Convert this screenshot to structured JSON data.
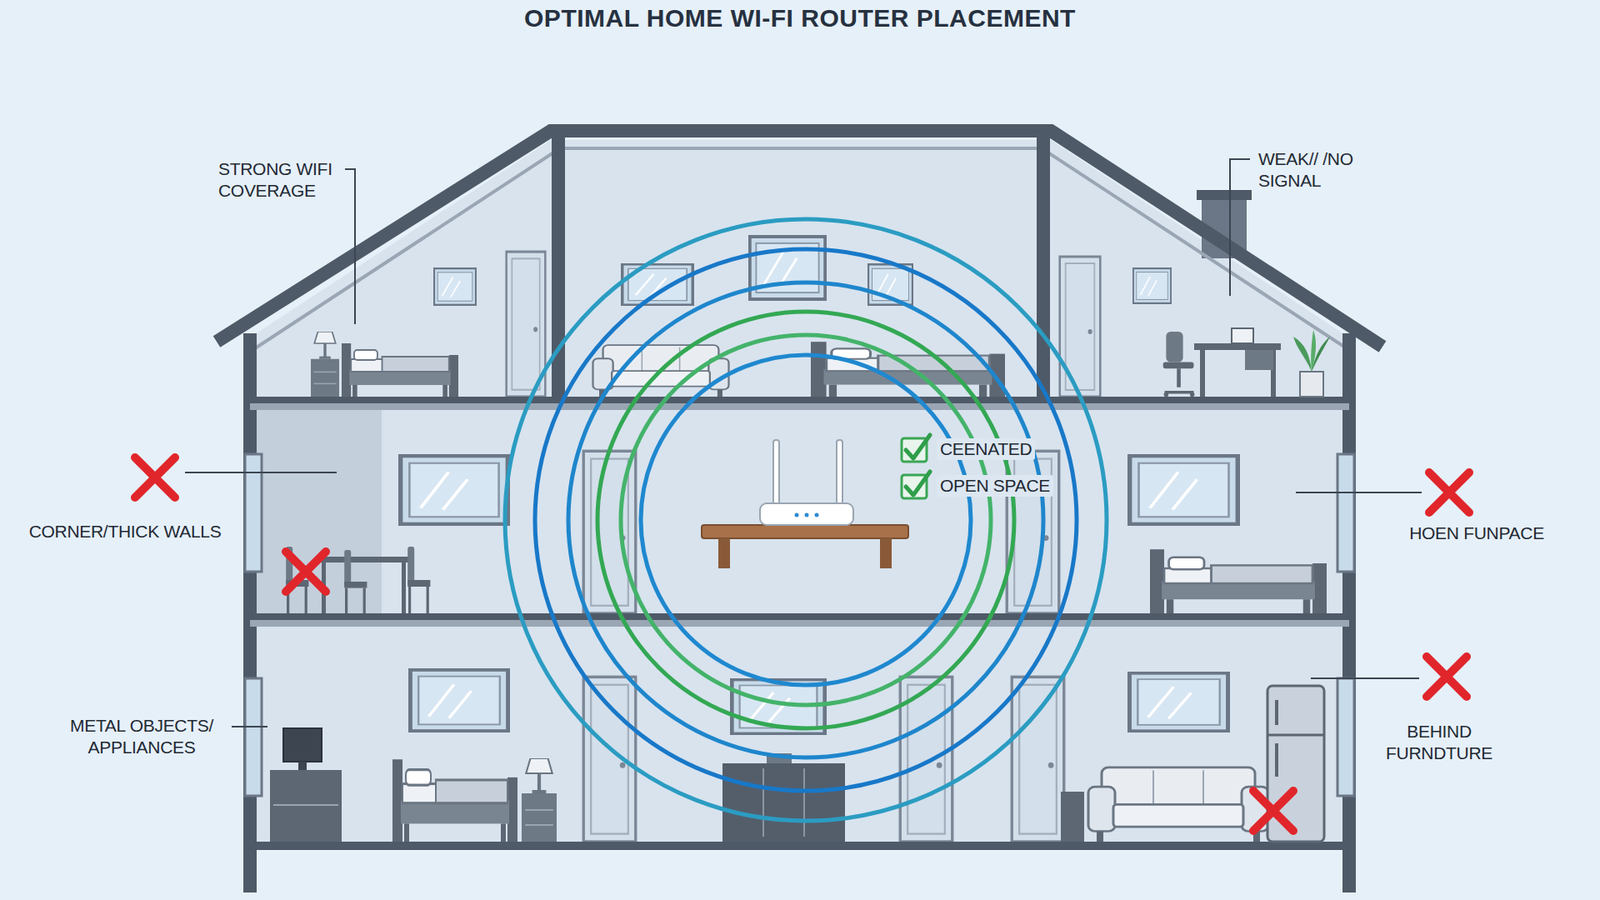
{
  "diagram": {
    "title": "OPTIMAL HOME WI-FI ROUTER PLACEMENT",
    "labels": [
      "STRONG WIFI COVERAGE",
      "WEAK// /NO SIGNAL",
      "CEENATED",
      "OPEN SPACE",
      "CORNER/THICK WALLS",
      "HOEN FUNPACE",
      "METAL OBJECTS/ APPLIANCES",
      "BEHIND FURNDTURE"
    ]
  }
}
